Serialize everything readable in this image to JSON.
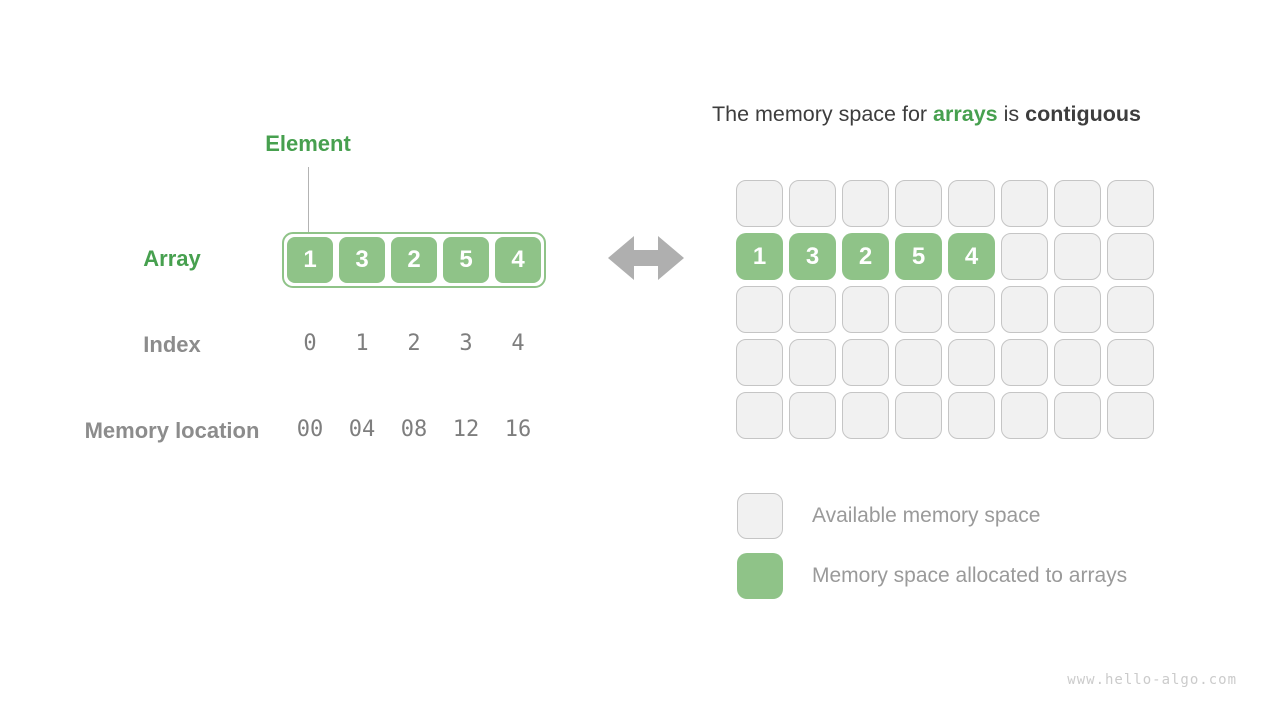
{
  "page": {
    "watermark": "www.hello-algo.com"
  },
  "colors": {
    "cell_green": "#8FC388",
    "text_green": "#47A04F",
    "label_gray": "#8c8c8c",
    "mono_gray": "#7e7e7e",
    "empty_cell_fill": "#f1f1f1",
    "empty_cell_border": "#c5c5c5",
    "title_dark": "#3d3d3d",
    "arrow_gray": "#afafaf"
  },
  "left_panel": {
    "element_label": "Element",
    "array_label": "Array",
    "array_values": [
      "1",
      "3",
      "2",
      "5",
      "4"
    ],
    "index_label": "Index",
    "index_values": [
      "0",
      "1",
      "2",
      "3",
      "4"
    ],
    "memory_label": "Memory location",
    "memory_values": [
      "00",
      "04",
      "08",
      "12",
      "16"
    ]
  },
  "arrow": {
    "icon": "double-headed-arrow"
  },
  "right_panel": {
    "title": {
      "prefix": "The memory space for ",
      "highlight": "arrays",
      "middle": " is ",
      "emphasis": "contiguous"
    },
    "grid": {
      "rows": 5,
      "cols": 8,
      "allocated_row": 1,
      "allocated_start_col": 0,
      "allocated_values": [
        "1",
        "3",
        "2",
        "5",
        "4"
      ]
    },
    "legend": [
      {
        "type": "available",
        "label": "Available memory space"
      },
      {
        "type": "allocated",
        "label": "Memory space allocated to arrays"
      }
    ]
  }
}
